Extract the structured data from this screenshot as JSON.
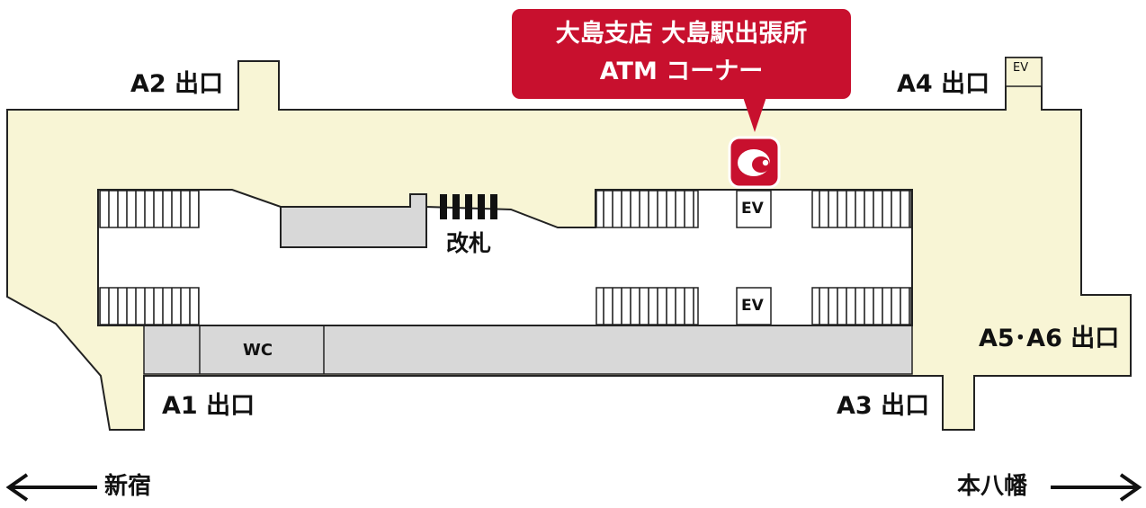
{
  "callout": {
    "line1": "大島支店 大島駅出張所",
    "line2": "ATM コーナー"
  },
  "exits": {
    "a1": "A1 出口",
    "a2": "A2 出口",
    "a3": "A3 出口",
    "a4": "A4 出口",
    "a5a6": "A5･A6 出口"
  },
  "facilities": {
    "ticket_gate": "改札",
    "wc": "WC",
    "ev": "EV"
  },
  "directions": {
    "west": "新宿",
    "east": "本八幡"
  },
  "colors": {
    "concourse": "#f8f5d5",
    "grey_area": "#d8d8d8",
    "accent_red": "#c8102e",
    "outline": "#222222"
  },
  "icons": {
    "atm_logo": "bank-logo-icon"
  }
}
